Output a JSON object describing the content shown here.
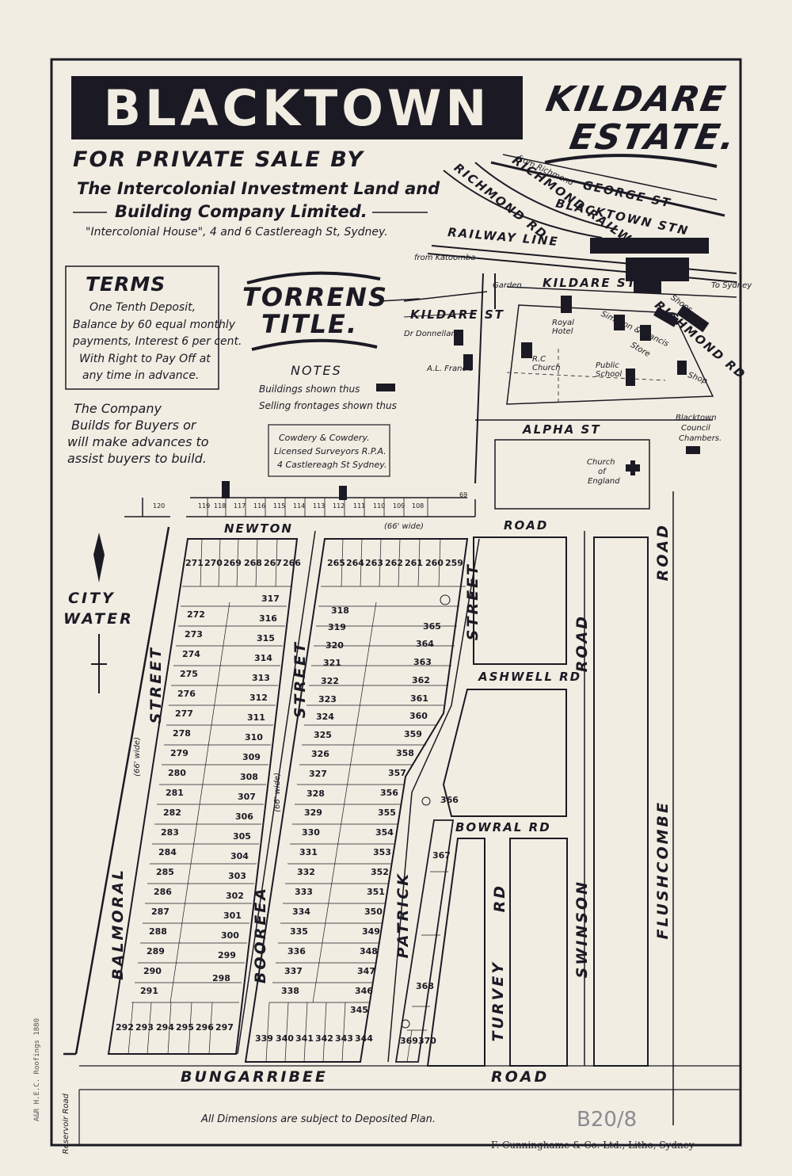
{
  "header": {
    "title": "BLACKTOWN",
    "estate_line1": "KILDARE",
    "estate_line2": "ESTATE."
  },
  "sale": {
    "line1": "FOR PRIVATE SALE BY",
    "line2": "The Intercolonial Investment Land and",
    "line3": "Building Company Limited.",
    "line4": "\"Intercolonial House\", 4 and 6 Castlereagh St, Sydney."
  },
  "terms": {
    "title": "TERMS",
    "lines": [
      "One Tenth Deposit,",
      "Balance by 60 equal monthly",
      "payments, Interest 6 per cent.",
      "With Right to Pay Off at",
      "any time in advance."
    ]
  },
  "torrens": {
    "line1": "TORRENS",
    "line2": "TITLE."
  },
  "notes": {
    "title": "NOTES",
    "buildings": "Buildings shown thus",
    "frontages": "Selling frontages shown thus"
  },
  "builds": [
    "The Company",
    "Builds for Buyers or",
    "will make advances to",
    "assist buyers to build."
  ],
  "surveyor": [
    "Cowdery & Cowdery.",
    "Licensed Surveyors R.P.A.",
    "4 Castlereagh St Sydney."
  ],
  "streets": {
    "george": "GEORGE ST",
    "richmond_rd_top": "RICHMOND RD",
    "richmond_railway": "RICHMOND RAILWAY",
    "blacktown_stn": "BLACKTOWN STN",
    "railway_line": "RAILWAY LINE",
    "from_richmond": "from Richmond",
    "from_katoomba": "from Katoomba",
    "to_sydney": "To Sydney",
    "kildare_st_right": "KILDARE ST",
    "kildare_st_left": "KILDARE ST",
    "richmond_rd_right": "RICHMOND RD",
    "alpha": "ALPHA ST",
    "newton": "NEWTON",
    "road_newton": "ROAD",
    "balmoral_street": "STREET",
    "balmoral": "BALMORAL",
    "booreea_street": "STREET",
    "booreea": "BOOREEA",
    "patrick_street": "STREET",
    "patrick": "PATRICK",
    "ashwell": "ASHWELL RD",
    "bowral": "BOWRAL RD",
    "turvey": "TURVEY",
    "turvey_rd": "RD",
    "swinson": "SWINSON",
    "swinson_road": "ROAD",
    "flushcombe": "FLUSHCOMBE",
    "flushcombe_road": "ROAD",
    "bungarribee": "BUNGARRIBEE",
    "bungarribee_road": "ROAD",
    "reservoir": "Reservoir Road",
    "wide66": "(66' wide)"
  },
  "landmarks": {
    "garden": "Garden",
    "royal_hotel": "Royal Hotel",
    "simpson": "Simpson & Francis",
    "store": "Store",
    "shops": "Shops",
    "shop": "Shop",
    "donnellan": "Dr Donnellan",
    "al_francis": "A.L. Francis",
    "rc_church": "R.C Church",
    "public_school": "Public School",
    "council": [
      "Blacktown",
      "Council",
      "Chambers."
    ],
    "church_england": [
      "Church",
      "of",
      "England"
    ],
    "city_water": [
      "CITY",
      "WATER"
    ]
  },
  "lots": {
    "top_row": [
      "120",
      "119",
      "118",
      "117",
      "116",
      "115",
      "114",
      "113",
      "112",
      "111",
      "110",
      "109",
      "108",
      "69"
    ],
    "balmoral_top": [
      "271",
      "270",
      "269",
      "268",
      "267",
      "266"
    ],
    "balmoral_left": [
      "272",
      "273",
      "274",
      "275",
      "276",
      "277",
      "278",
      "279",
      "280",
      "281",
      "282",
      "283",
      "284",
      "285",
      "286",
      "287",
      "288",
      "289",
      "290",
      "291"
    ],
    "balmoral_right": [
      "317",
      "316",
      "315",
      "314",
      "313",
      "312",
      "311",
      "310",
      "309",
      "308",
      "307",
      "306",
      "305",
      "304",
      "303",
      "302",
      "301",
      "300",
      "299",
      "298"
    ],
    "balmoral_bottom": [
      "292",
      "293",
      "294",
      "295",
      "296",
      "297"
    ],
    "booreea_top": [
      "265",
      "264",
      "263",
      "262",
      "261",
      "260",
      "259"
    ],
    "booreea_left": [
      "318",
      "319",
      "320",
      "321",
      "322",
      "323",
      "324",
      "325",
      "326",
      "327",
      "328",
      "329",
      "330",
      "331",
      "332",
      "333",
      "334",
      "335",
      "336",
      "337",
      "338"
    ],
    "booreea_right": [
      "365",
      "364",
      "363",
      "362",
      "361",
      "360",
      "359",
      "358",
      "357",
      "356",
      "355",
      "354",
      "353",
      "352",
      "351",
      "350",
      "349",
      "348",
      "347",
      "346",
      "345"
    ],
    "booreea_bottom": [
      "339",
      "340",
      "341",
      "342",
      "343",
      "344"
    ],
    "patrick": [
      "366",
      "367",
      "368",
      "369",
      "370"
    ]
  },
  "footer": {
    "dimensions": "All Dimensions are subject to Deposited Plan.",
    "printer": "F. Cunninghame & Co. Ltd., Litho, Sydney",
    "catalog": "B20/8",
    "imprint": "A&R H.E.C. Roofings 1880"
  }
}
